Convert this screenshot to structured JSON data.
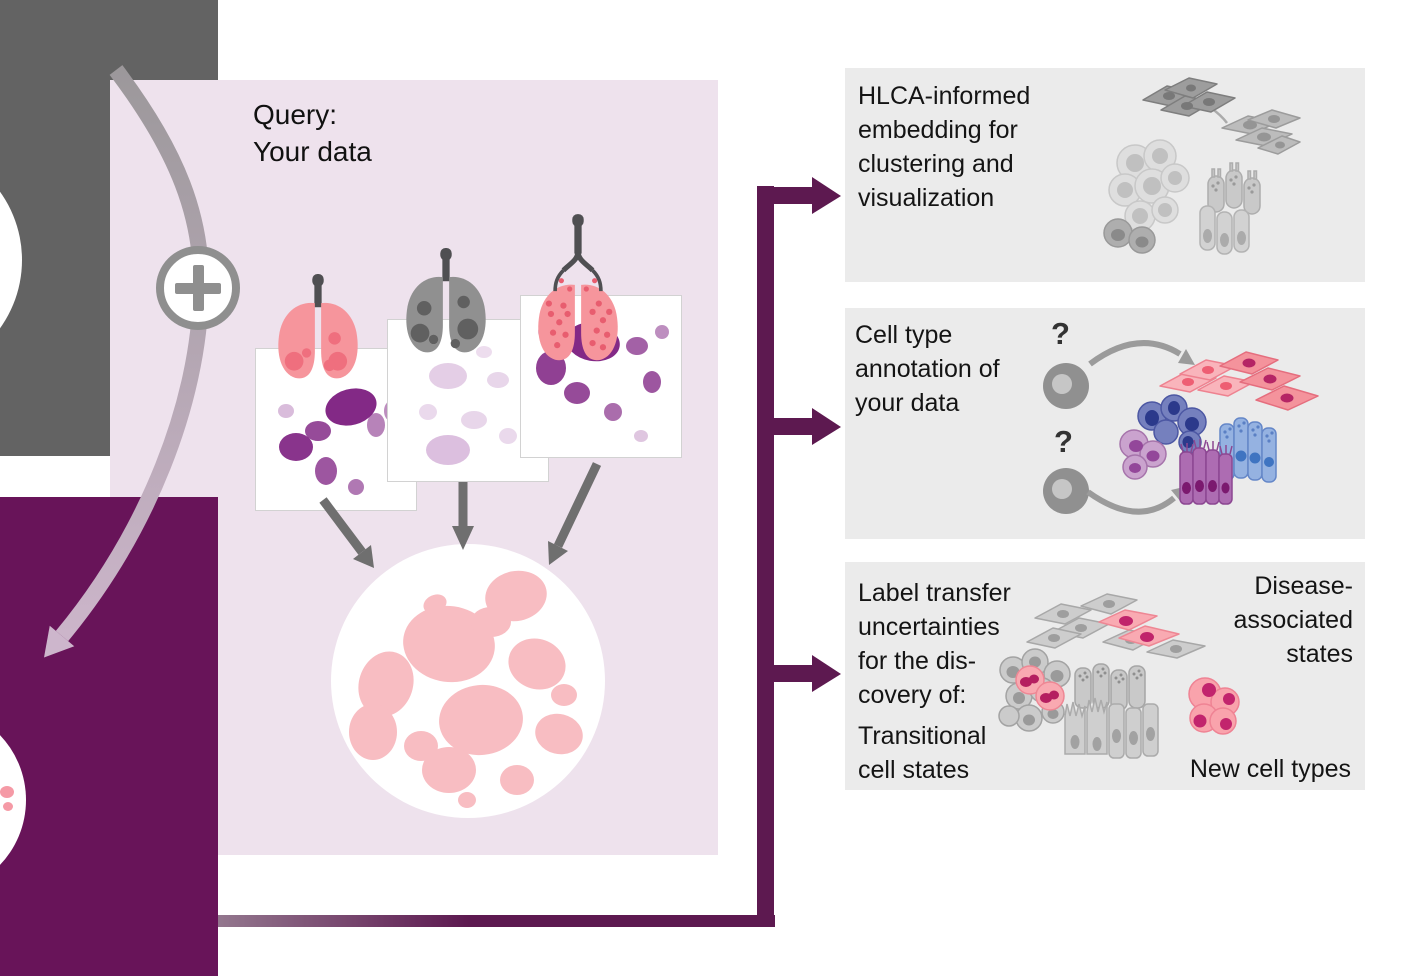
{
  "query": {
    "lines": [
      "Query:",
      "Your data"
    ]
  },
  "panels": [
    {
      "lines": [
        "HLCA-informed",
        "embedding for",
        "clustering and",
        "visualization"
      ]
    },
    {
      "lines": [
        "Cell type",
        "annotation of",
        "your data"
      ],
      "q1": "?",
      "q2": "?"
    },
    {
      "lines": [
        "Label transfer",
        "uncertainties",
        "for the dis-",
        "covery of:"
      ],
      "transitional": [
        "Transitional",
        "cell states"
      ],
      "disease": [
        "Disease-",
        "associated",
        "states"
      ],
      "new_label": "New cell types"
    }
  ],
  "icons": {
    "plus": "+",
    "question_mark": "?"
  },
  "colors": {
    "atlas_purple": "#681459",
    "connector_purple": "#5d1950",
    "core_gray": "#636363",
    "query_panel_bg": "#eee2ed",
    "output_panel_bg": "#ebebeb",
    "lung_pink": "#f6959c",
    "lung_gray": "#909090",
    "disease_dot_red": "#e85d6f",
    "umap_purple": "#7c1e80",
    "umap_light_purple": "#d6b4d9",
    "umap_pink": "#f8bdc2",
    "cell_pink": "#f9a9b1",
    "cell_navy": "#7580be",
    "cell_blue": "#95b2e1",
    "cell_magenta": "#ad6cb2",
    "cell_lilac": "#caa3ce"
  }
}
